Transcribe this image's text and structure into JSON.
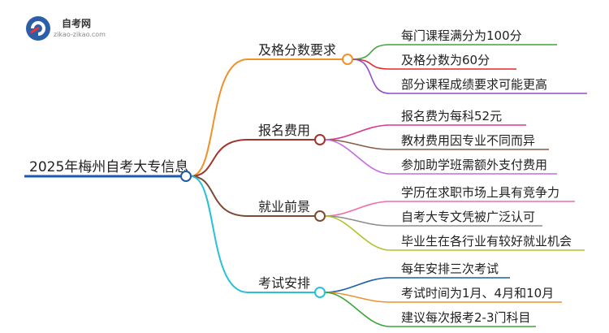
{
  "logo": {
    "title": "自考网",
    "url": "zikao-zikao.com"
  },
  "root": {
    "label": "2025年梅州自考大专信息",
    "color": "#1f5aa8"
  },
  "branches": [
    {
      "label": "及格分数要求",
      "color": "#f0922a",
      "leaves": [
        {
          "label": "每门课程满分为100分",
          "color": "#3aa63a"
        },
        {
          "label": "及格分数为60分",
          "color": "#e02a2a"
        },
        {
          "label": "部分课程成绩要求可能更高",
          "color": "#8e4fc8"
        }
      ]
    },
    {
      "label": "报名费用",
      "color": "#a0352e",
      "leaves": [
        {
          "label": "报名费为每科52元",
          "color": "#d63a8c"
        },
        {
          "label": "教材费用因专业不同而异",
          "color": "#8a5a45"
        },
        {
          "label": "参加助学班需额外支付费用",
          "color": "#c36be0"
        }
      ]
    },
    {
      "label": "就业前景",
      "color": "#7d4a36",
      "leaves": [
        {
          "label": "学历在求职市场上具有竞争力",
          "color": "#ef6fa8"
        },
        {
          "label": "自考大专文凭被广泛认可",
          "color": "#8c8c8c"
        },
        {
          "label": "毕业生在各行业有较好就业机会",
          "color": "#b4c22e"
        }
      ]
    },
    {
      "label": "考试安排",
      "color": "#29c1d6",
      "leaves": [
        {
          "label": "每年安排三次考试",
          "color": "#1e5faa"
        },
        {
          "label": "考试时间为1月、4月和10月",
          "color": "#f0922a"
        },
        {
          "label": "建议每次报考2-3门科目",
          "color": "#3aa63a"
        }
      ]
    }
  ]
}
